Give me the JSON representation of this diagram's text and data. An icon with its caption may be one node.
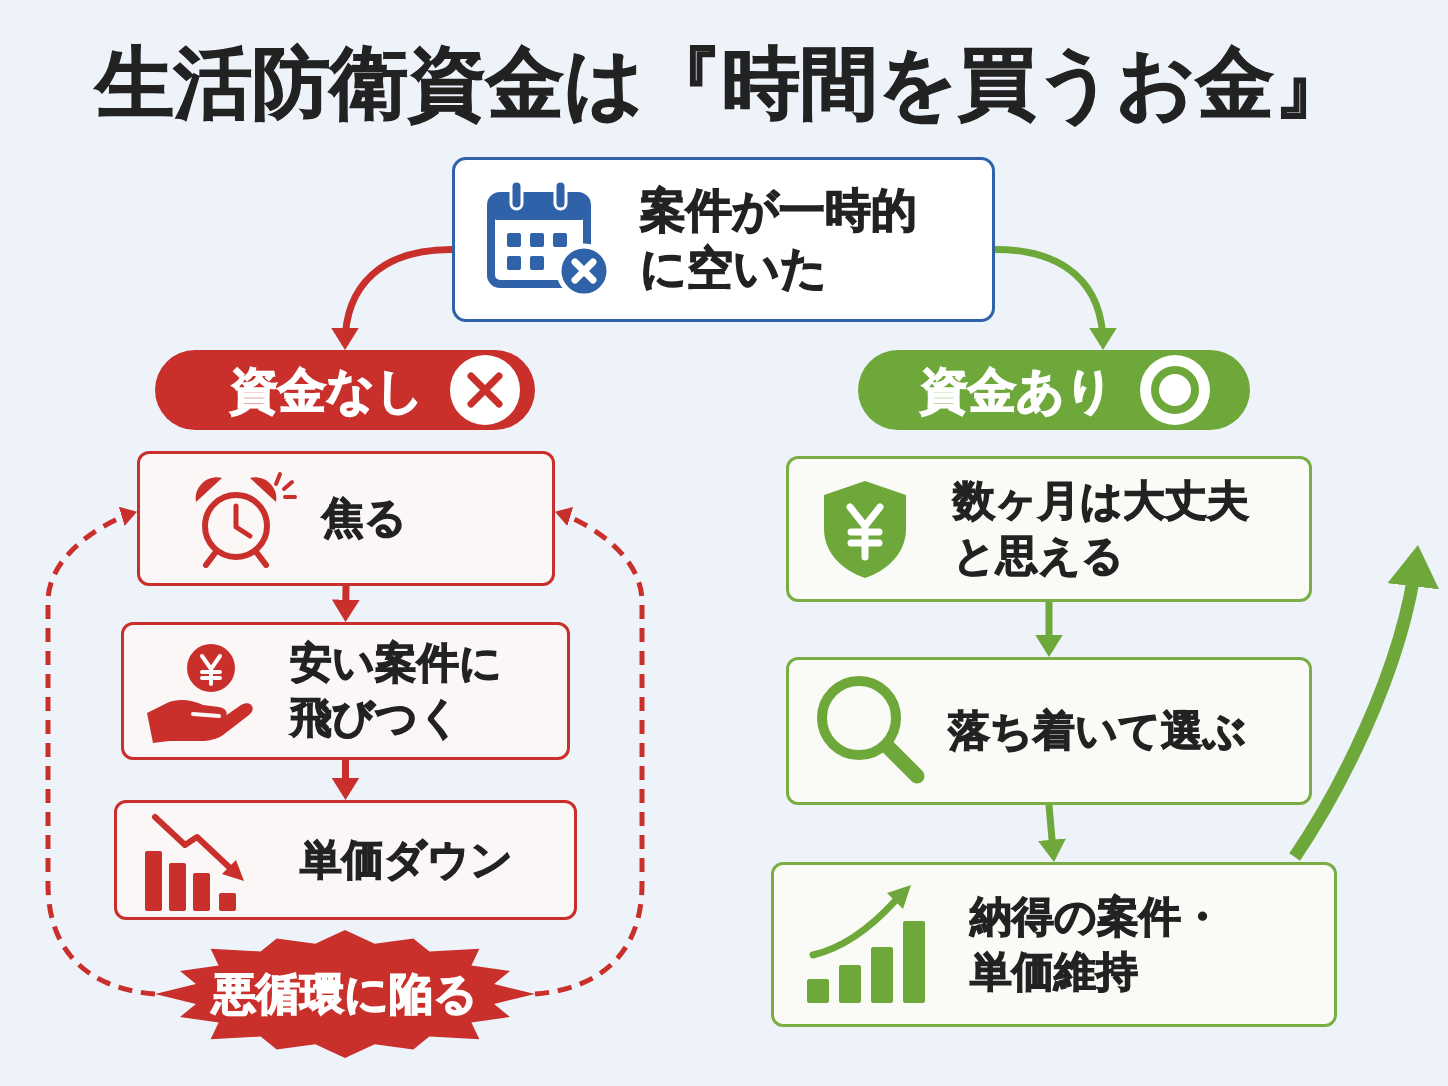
{
  "diagram": {
    "title": "生活防衛資金は『時間を買うお金』",
    "nodes": [
      {
        "text": [
          "案件が一時的に空いた"
        ]
      },
      {
        "text": [
          "資金なし"
        ]
      },
      {
        "text": [
          "焦る"
        ]
      },
      {
        "text": [
          "安い案件に飛びつく"
        ]
      },
      {
        "text": [
          "単価ダウン"
        ]
      },
      {
        "text": [
          "悪循環に陥る"
        ]
      },
      {
        "text": [
          "資金あり"
        ]
      },
      {
        "text": [
          "数ヶ月は大丈夫と思える"
        ]
      },
      {
        "text": [
          "落ち着いて選ぶ"
        ]
      },
      {
        "text": [
          "納得の案件・単価維持"
        ]
      }
    ],
    "edges": [
      {
        "from": 0,
        "to": 1,
        "arrow": "to"
      },
      {
        "from": 0,
        "to": 6,
        "arrow": "to",
        "color": "#6fa83a"
      },
      {
        "from": 2,
        "to": 3,
        "arrow": "to"
      },
      {
        "from": 3,
        "to": 4,
        "arrow": "to"
      },
      {
        "from": 5,
        "to": 2,
        "arrow": "to",
        "style": "dashed"
      },
      {
        "from": 5,
        "to": 2,
        "arrow": "to",
        "style": "dashed"
      },
      {
        "from": 7,
        "to": 8,
        "arrow": "to",
        "color": "#6fa83a"
      },
      {
        "from": 8,
        "to": 9,
        "arrow": "to",
        "color": "#6fa83a"
      },
      {
        "from": 9,
        "to": null,
        "arrow": "to",
        "color": "#6fa83a",
        "style": "thick"
      }
    ]
  }
}
